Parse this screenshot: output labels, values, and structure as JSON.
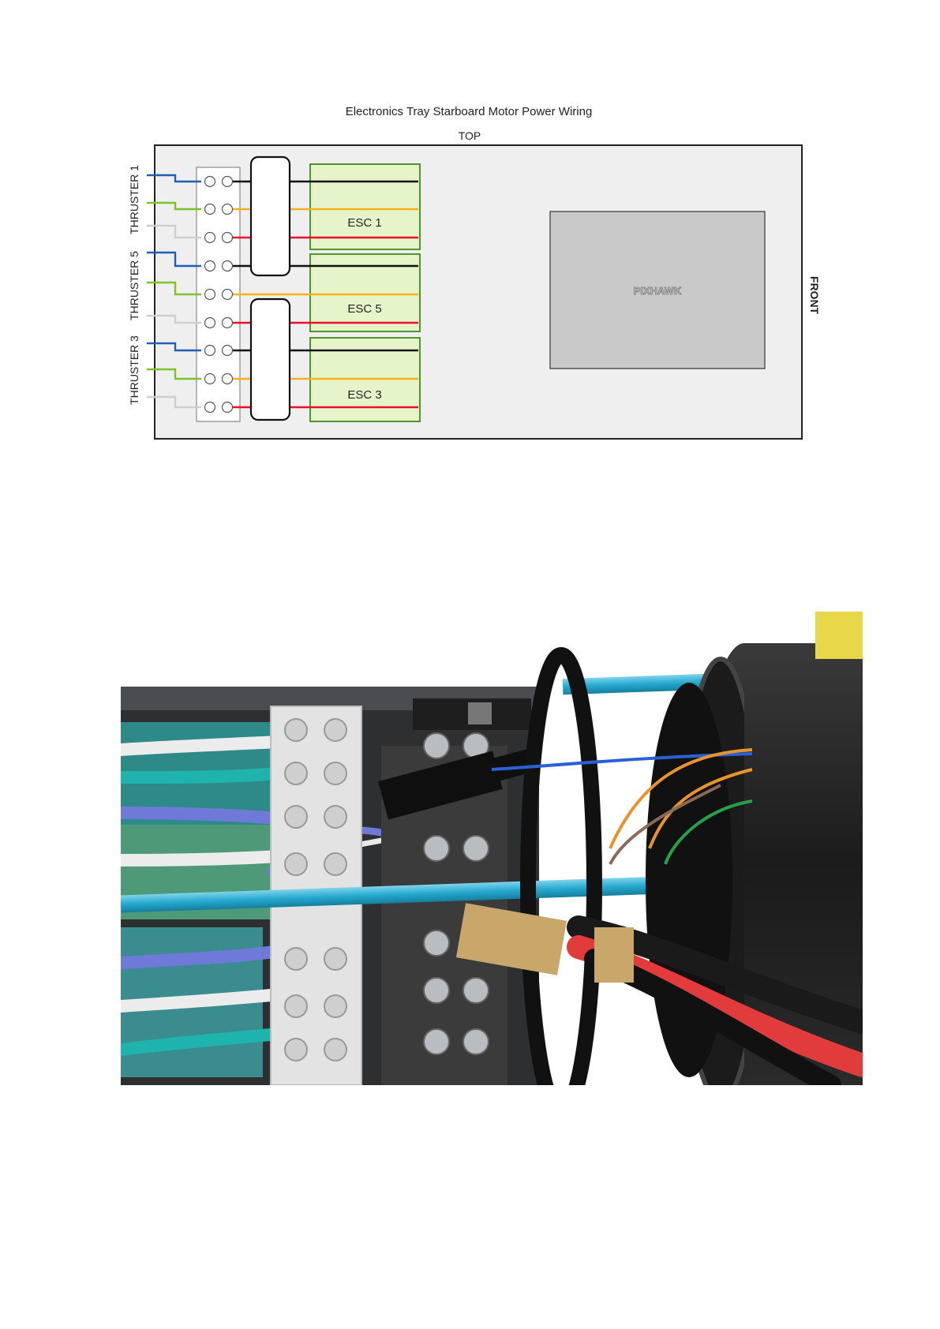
{
  "diagram": {
    "title": "Electronics Tray Starboard Motor Power Wiring",
    "top_label": "TOP",
    "front_label": "FRONT",
    "pixhawk_label": "PIXHAWK",
    "thrusters": [
      {
        "label": "THRUSTER 1"
      },
      {
        "label": "THRUSTER 5"
      },
      {
        "label": "THRUSTER 3"
      }
    ],
    "escs": [
      {
        "label": "ESC 1"
      },
      {
        "label": "ESC 5"
      },
      {
        "label": "ESC 3"
      }
    ],
    "wire_colors": {
      "blue": "#1f5fb4",
      "green": "#7cc42a",
      "white": "#cfcfcf",
      "black": "#111111",
      "orange": "#f5b21b",
      "red": "#e8102a"
    },
    "colors": {
      "tray_fill": "#efefef",
      "esc_fill": "#e6f5c9",
      "esc_border": "#3f8a1c",
      "pixhawk_fill": "#c9c9c9"
    }
  },
  "photo": {
    "description_icon": "wiring-photo"
  }
}
